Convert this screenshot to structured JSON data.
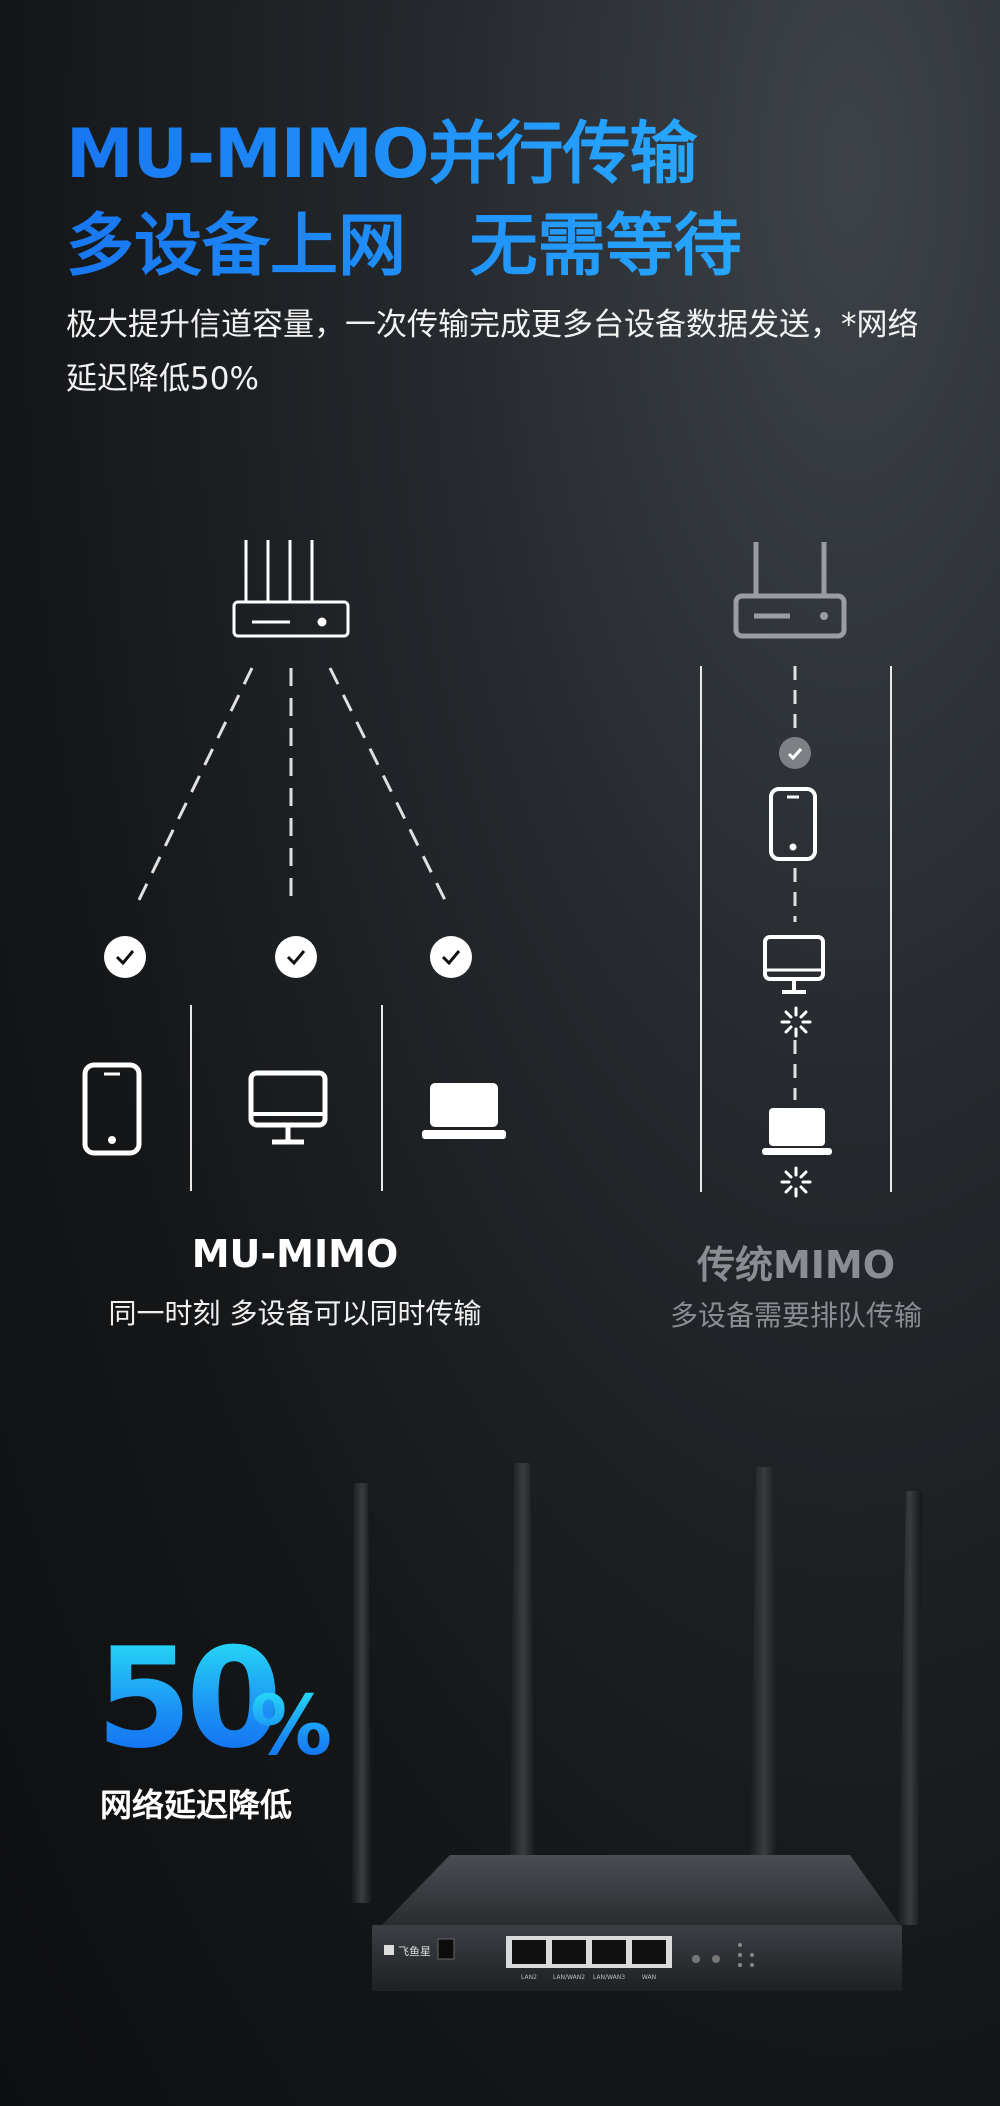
{
  "heading": {
    "line1": "MU-MIMO并行传输",
    "line2": "多设备上网  无需等待",
    "subtitle": "极大提升信道容量，一次传输完成更多台设备数据发送，*网络延迟降低50%"
  },
  "left_panel": {
    "title": "MU-MIMO",
    "caption": "同一时刻 多设备可以同时传输",
    "devices": [
      "phone-icon",
      "desktop-icon",
      "laptop-icon"
    ]
  },
  "right_panel": {
    "title": "传统MIMO",
    "caption": "多设备需要排队传输",
    "devices": [
      "phone-icon",
      "desktop-icon",
      "laptop-icon"
    ]
  },
  "stat": {
    "value": "50",
    "unit": "%",
    "caption": "网络延迟降低"
  },
  "router_ports": [
    "LAN2",
    "LAN/WAN2",
    "LAN/WAN3",
    "WAN"
  ],
  "router_brand": "飞鱼星",
  "colors": {
    "accent_blue": "#1c7cf0",
    "stat_cyan": "#27e0f5",
    "muted_grey": "#7d8085"
  }
}
